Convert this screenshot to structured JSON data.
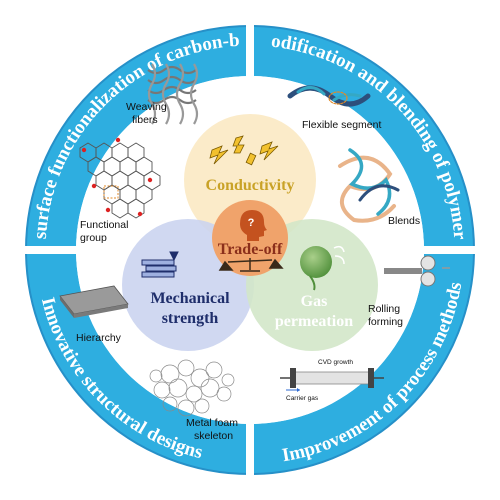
{
  "ring": {
    "top_left": "Auxiliary and surface functionalization of carbon-based materials",
    "top_right": "Modification and blending of polymers",
    "bottom_right": "Improvement of process methods",
    "bottom_left": "Innovative structural designs"
  },
  "venn": {
    "top": "Conductivity",
    "left_line1": "Mechanical",
    "left_line2": "strength",
    "right_line1": "Gas",
    "right_line2": "permeation",
    "center": "Trade-off"
  },
  "items": {
    "weaving_fibers_1": "Weaving",
    "weaving_fibers_2": "fibers",
    "functional_group_1": "Functional",
    "functional_group_2": "group",
    "flexible_segment": "Flexible segment",
    "blends": "Blends",
    "rolling_forming_1": "Rolling",
    "rolling_forming_2": "forming",
    "cvd_growth": "CVD growth",
    "carrier_gas": "Carrier gas",
    "hierarchy": "Hierarchy",
    "metal_foam_1": "Metal foam",
    "metal_foam_2": "skeleton"
  },
  "colors": {
    "ring_blue": "#2eaee0",
    "ring_border": "#2690c8",
    "conductivity_fill": "#fbe9c4",
    "conductivity_text": "#c9a227",
    "mechanical_fill": "#c9d3ef",
    "mechanical_text": "#1f2e6b",
    "gas_fill": "#d2e6c7",
    "gas_text": "#ffffff",
    "tradeoff_fill": "#f0a36b",
    "tradeoff_text": "#8b2f1b"
  }
}
